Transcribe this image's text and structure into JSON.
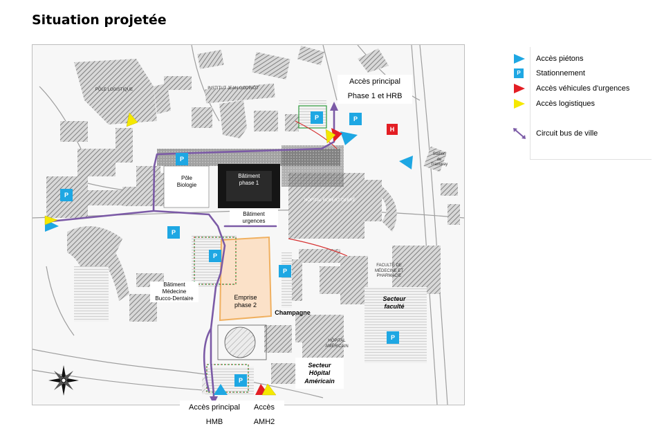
{
  "title": "Situation projetée",
  "colors": {
    "pedestrian_access": "#1ea7e3",
    "parking": "#1ea7e3",
    "emergency_access": "#e31e24",
    "logistics_access": "#f5e800",
    "bus_route": "#7b5aa6",
    "phase2_fill": "#fbe1c8",
    "phase2_border": "#f0b060"
  },
  "legend": [
    {
      "symbol": "pedestrian-triangle-icon",
      "label": "Accès piétons"
    },
    {
      "symbol": "parking-icon",
      "label": "Stationnement"
    },
    {
      "symbol": "emergency-triangle-icon",
      "label": "Accès véhicules d'urgences"
    },
    {
      "symbol": "logistics-triangle-icon",
      "label": "Accès logistiques"
    },
    {
      "symbol": "bus-route-arrow-icon",
      "label": "Circuit bus de ville"
    }
  ],
  "map": {
    "parking_label": "P",
    "hospital_label": "H",
    "labels": {
      "pole_logistique": "PÔLE LOGISTIQUE",
      "institut": "INSTITUT JEAN GODINOT",
      "pole_biologie": "Pôle\nBiologie",
      "batiment_phase1": "Bâtiment\nphase 1",
      "batiment_urgences": "Bâtiment\nurgences",
      "hopital_robert_debre": "HÔPITAL ROBERT DEBRÉ",
      "faculte": "FACULTÉ DE MÉDECINE ET PHARMACIE",
      "batiment_medecine": "Bâtiment\nMédecine\nBucco-Dentaire",
      "emprise_phase2": "Emprise\nphase 2",
      "champagne": "Champagne",
      "secteur_faculte": "Secteur\nfaculté",
      "secteur_hopital_americain": "Secteur\nHôpital\nAméricain",
      "station_tramway": "Station\nde\nTramway",
      "hopital_americain": "HÔPITAL AMÉRICAIN"
    },
    "callouts": {
      "principal_phase1": "Accès principal\nPhase 1 et HRB",
      "principal_hmb": "Accès principal\nHMB",
      "acces_amh2": "Accès\nAMH2"
    }
  }
}
